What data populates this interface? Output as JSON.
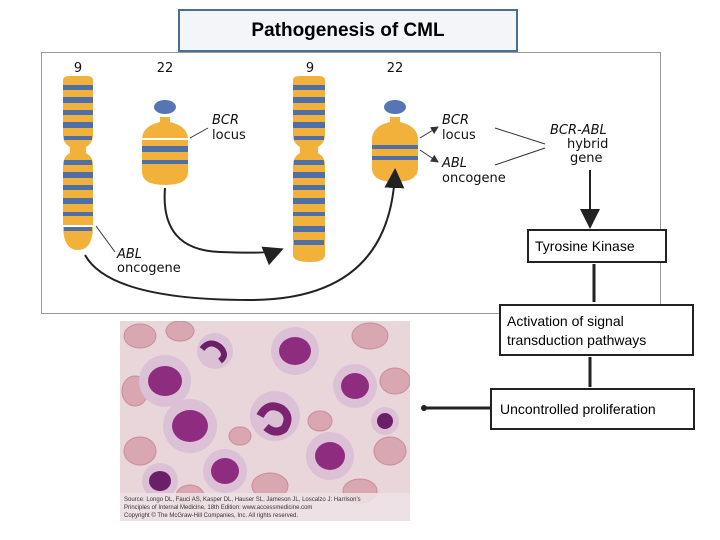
{
  "title": "Pathogenesis of CML",
  "chromosomes": {
    "left_pair": [
      "9",
      "22"
    ],
    "right_pair": [
      "9",
      "22"
    ]
  },
  "labels": {
    "bcr_locus_left": [
      "BCR",
      "locus"
    ],
    "abl_oncogene_left": [
      "ABL",
      "oncogene"
    ],
    "bcr_locus_right": [
      "BCR",
      "locus"
    ],
    "abl_oncogene_right": [
      "ABL",
      "oncogene"
    ],
    "hybrid_gene": [
      "BCR-ABL",
      "hybrid",
      "gene"
    ]
  },
  "flow": {
    "step1": "Tyrosine Kinase",
    "step2": "Activation of signal transduction pathways",
    "step3": "Uncontrolled proliferation"
  },
  "micrograph": {
    "caption_lines": [
      "Source: Longo DL, Fauci AS, Kasper DL, Hauser SL, Jameson JL, Loscalzo J: Harrison's",
      "Principles of Internal Medicine, 18th Edition: www.accessmedicine.com",
      "Copyright © The McGraw-Hill Companies, Inc. All rights reserved."
    ]
  },
  "colors": {
    "chromosome": "#f2b13a",
    "band": "#4f6fa8",
    "centromere_blue": "#5575b5",
    "title_border": "#4a6f95",
    "cell_purple": "#8e2d80"
  }
}
